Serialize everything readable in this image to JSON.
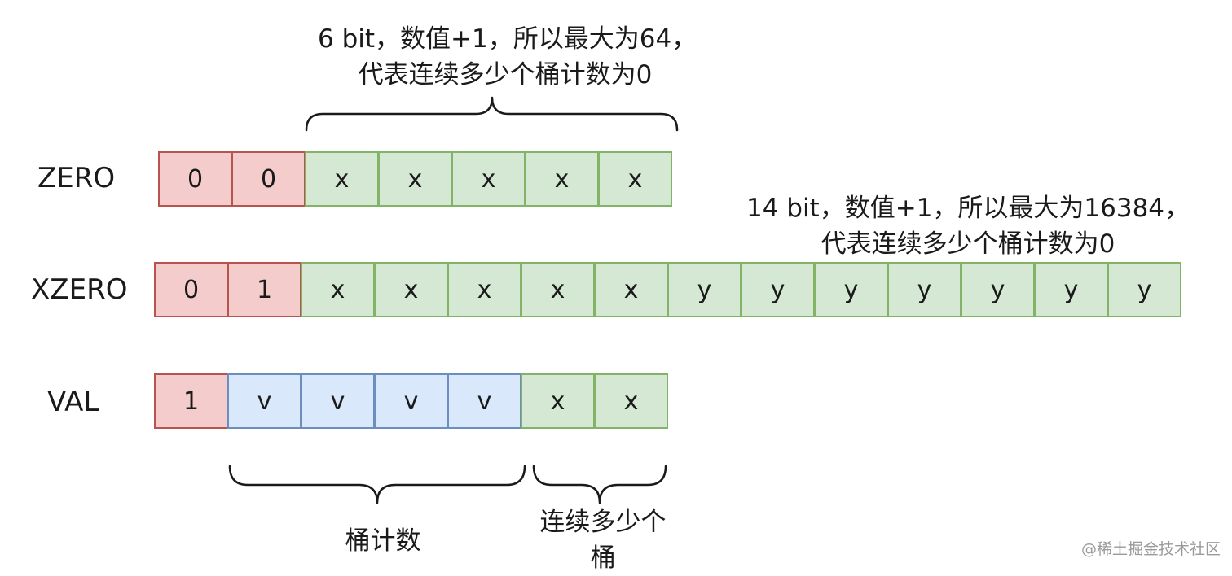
{
  "rows": [
    {
      "label": "ZERO",
      "cells": [
        {
          "text": "0",
          "kind": "red"
        },
        {
          "text": "0",
          "kind": "red"
        },
        {
          "text": "x",
          "kind": "green"
        },
        {
          "text": "x",
          "kind": "green"
        },
        {
          "text": "x",
          "kind": "green"
        },
        {
          "text": "x",
          "kind": "green"
        },
        {
          "text": "x",
          "kind": "green"
        }
      ]
    },
    {
      "label": "XZERO",
      "cells": [
        {
          "text": "0",
          "kind": "red"
        },
        {
          "text": "1",
          "kind": "red"
        },
        {
          "text": "x",
          "kind": "green"
        },
        {
          "text": "x",
          "kind": "green"
        },
        {
          "text": "x",
          "kind": "green"
        },
        {
          "text": "x",
          "kind": "green"
        },
        {
          "text": "x",
          "kind": "green"
        },
        {
          "text": "y",
          "kind": "green"
        },
        {
          "text": "y",
          "kind": "green"
        },
        {
          "text": "y",
          "kind": "green"
        },
        {
          "text": "y",
          "kind": "green"
        },
        {
          "text": "y",
          "kind": "green"
        },
        {
          "text": "y",
          "kind": "green"
        },
        {
          "text": "y",
          "kind": "green"
        }
      ]
    },
    {
      "label": "VAL",
      "cells": [
        {
          "text": "1",
          "kind": "red"
        },
        {
          "text": "v",
          "kind": "blue"
        },
        {
          "text": "v",
          "kind": "blue"
        },
        {
          "text": "v",
          "kind": "blue"
        },
        {
          "text": "v",
          "kind": "blue"
        },
        {
          "text": "x",
          "kind": "green"
        },
        {
          "text": "x",
          "kind": "green"
        }
      ]
    }
  ],
  "annotations": {
    "zero_bits": {
      "line1": "6 bit，数值+1，所以最大为64，",
      "line2": "代表连续多少个桶计数为0"
    },
    "xzero_bits": {
      "line1": "14 bit，数值+1，所以最大为16384，",
      "line2": "代表连续多少个桶计数为0"
    },
    "val_count": {
      "line1": "桶计数"
    },
    "val_run": {
      "line1": "连续多少个",
      "line2": "桶"
    }
  },
  "watermark": "@稀土掘金技术社区",
  "colors": {
    "red_fill": "#f5cccc",
    "red_stroke": "#b85450",
    "green_fill": "#d5e8d4",
    "green_stroke": "#82b366",
    "blue_fill": "#dae8fc",
    "blue_stroke": "#6c8ebf"
  }
}
